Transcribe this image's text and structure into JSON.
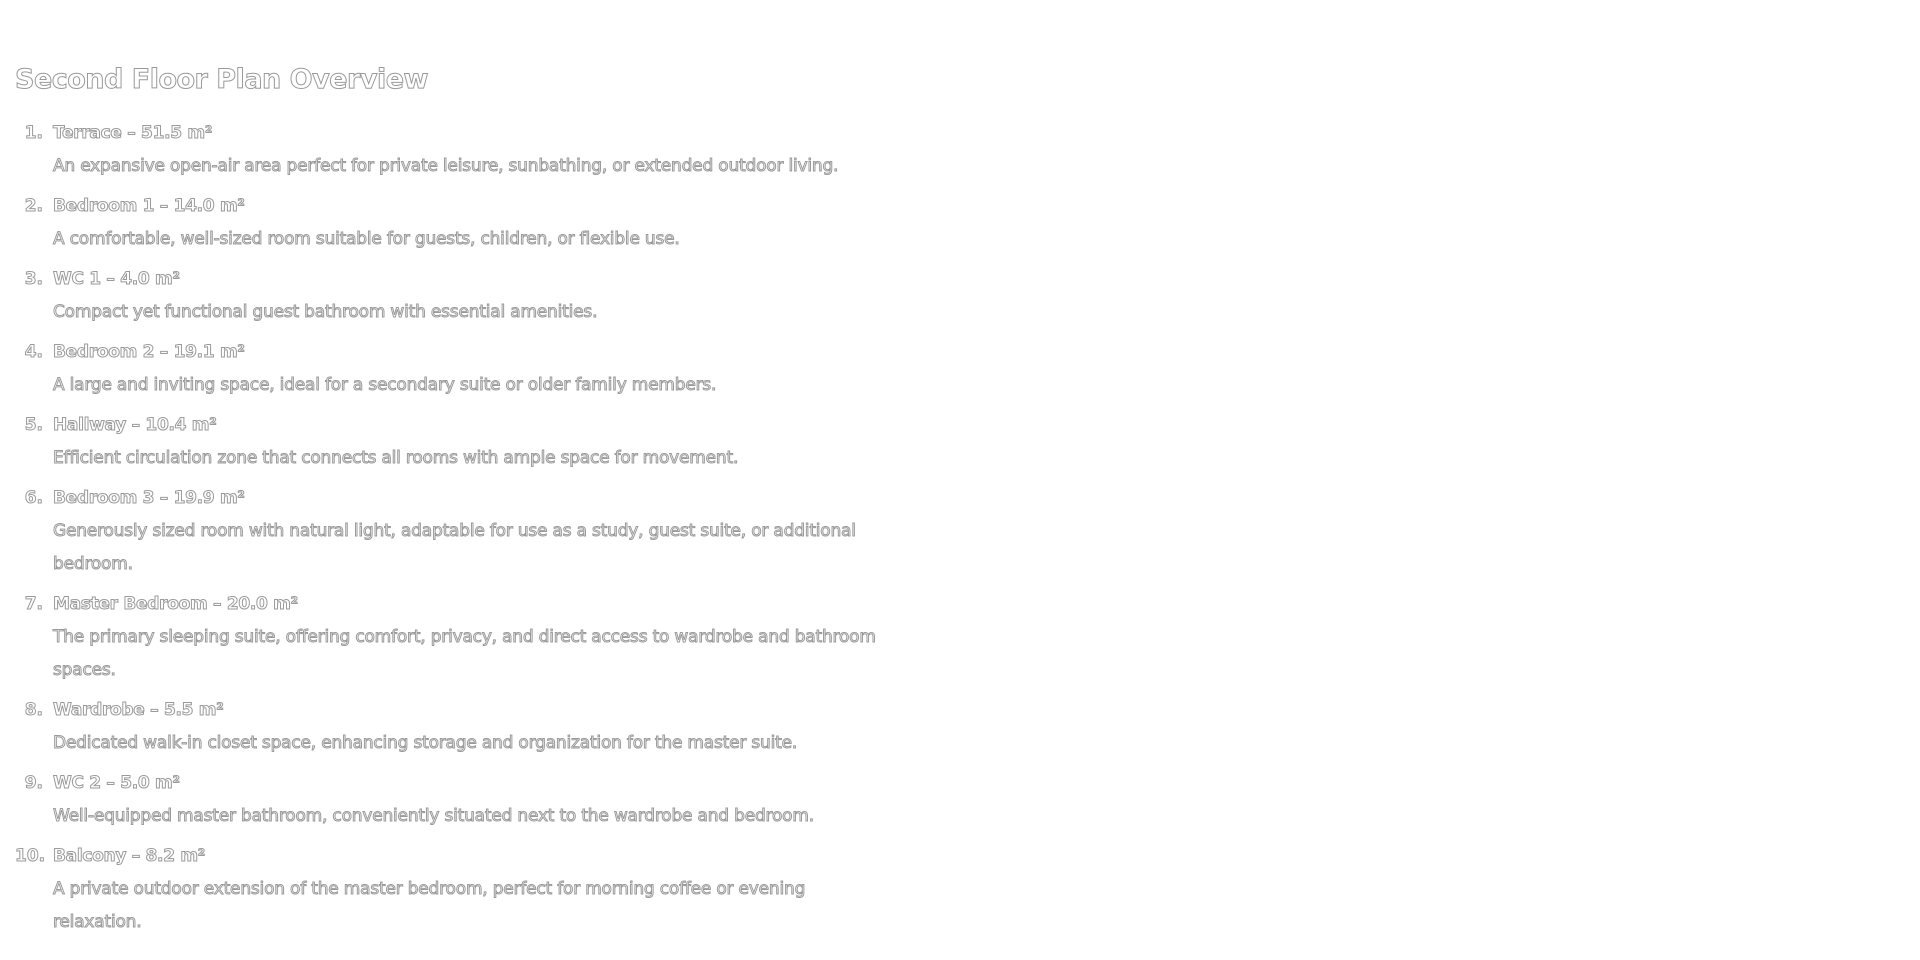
{
  "title": "Second Floor Plan Overview",
  "rooms": [
    {
      "number": "1.",
      "heading": "Terrace – 51.5 m²",
      "description": "An expansive open-air area perfect for private leisure, sunbathing, or extended outdoor living."
    },
    {
      "number": "2.",
      "heading": "Bedroom 1 – 14.0 m²",
      "description": "A comfortable, well-sized room suitable for guests, children, or flexible use."
    },
    {
      "number": "3.",
      "heading": "WC 1 – 4.0 m²",
      "description": "Compact yet functional guest bathroom with essential amenities."
    },
    {
      "number": "4.",
      "heading": "Bedroom 2 – 19.1 m²",
      "description": "A large and inviting space, ideal for a secondary suite or older family members."
    },
    {
      "number": "5.",
      "heading": "Hallway – 10.4 m²",
      "description": "Efficient circulation zone that connects all rooms with ample space for movement."
    },
    {
      "number": "6.",
      "heading": "Bedroom 3 – 19.9 m²",
      "description": "Generously sized room with natural light, adaptable for use as a study, guest suite, or additional bedroom."
    },
    {
      "number": "7.",
      "heading": "Master Bedroom – 20.0 m²",
      "description": "The primary sleeping suite, offering comfort, privacy, and direct access to wardrobe and bathroom spaces."
    },
    {
      "number": "8.",
      "heading": "Wardrobe – 5.5 m²",
      "description": "Dedicated walk-in closet space, enhancing storage and organization for the master suite."
    },
    {
      "number": "9.",
      "heading": "WC 2 – 5.0 m²",
      "description": "Well-equipped master bathroom, conveniently situated next to the wardrobe and bedroom."
    },
    {
      "number": "10.",
      "heading": "Balcony – 8.2 m²",
      "description": "A private outdoor extension of the master bedroom, perfect for morning coffee or evening relaxation."
    }
  ]
}
